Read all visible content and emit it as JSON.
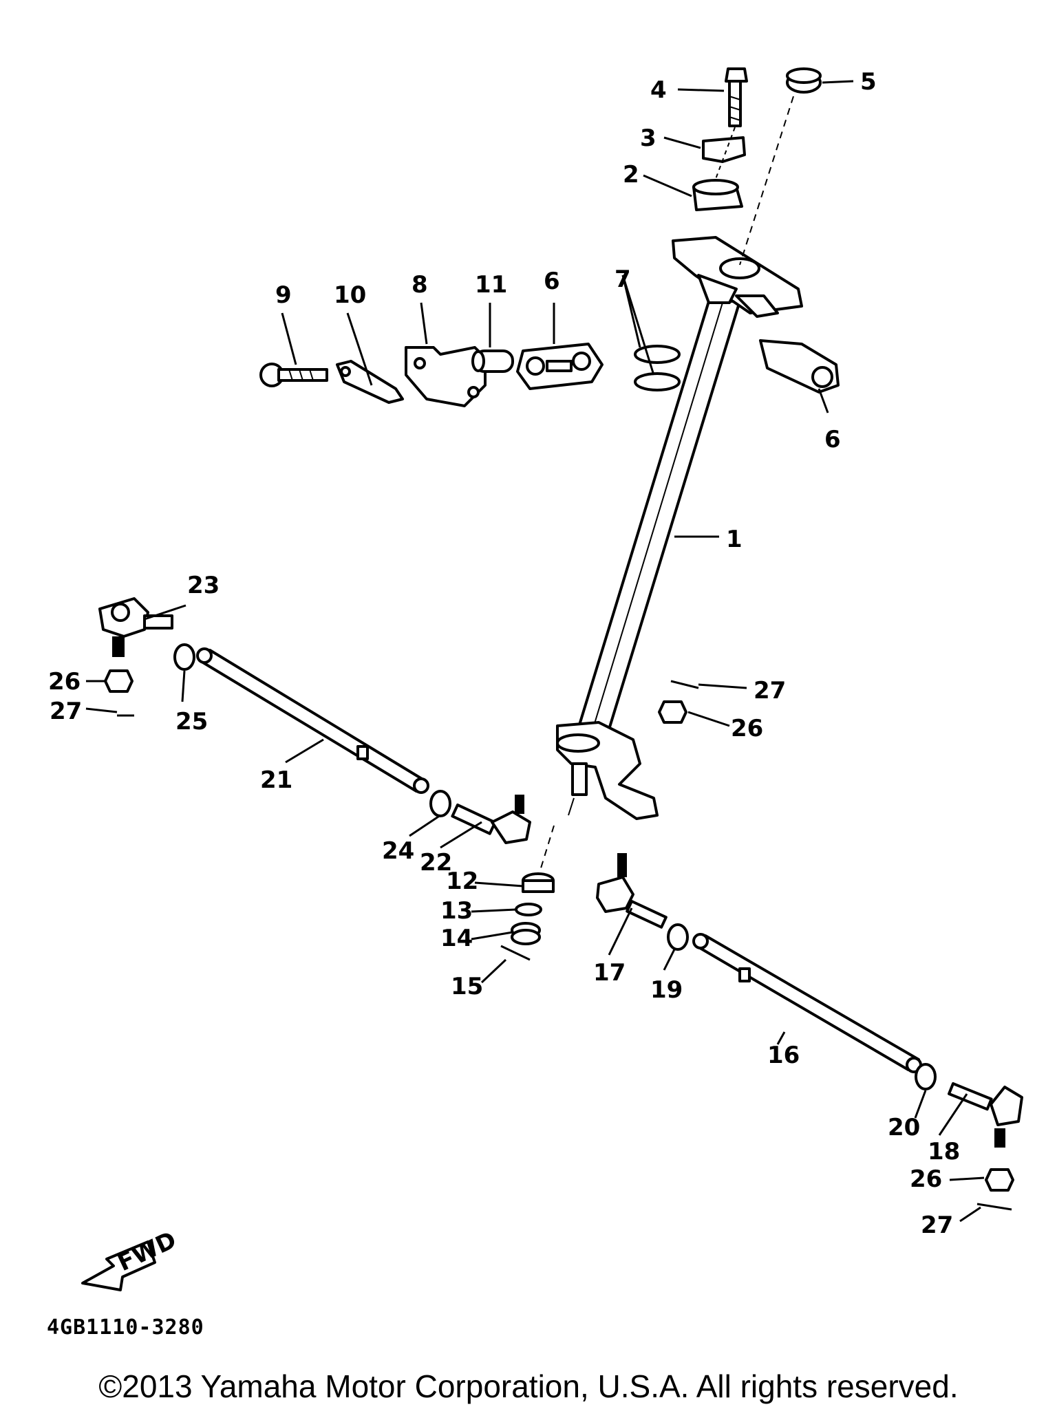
{
  "diagram_code": "4GB1110-3280",
  "copyright": "©2013 Yamaha Motor Corporation, U.S.A. All rights reserved.",
  "fwd_label": "FWD",
  "callouts": {
    "c1": "1",
    "c2": "2",
    "c3": "3",
    "c4": "4",
    "c5": "5",
    "c6a": "6",
    "c6b": "6",
    "c7": "7",
    "c8": "8",
    "c9": "9",
    "c10": "10",
    "c11": "11",
    "c12": "12",
    "c13": "13",
    "c14": "14",
    "c15": "15",
    "c16": "16",
    "c17": "17",
    "c18": "18",
    "c19": "19",
    "c20": "20",
    "c21": "21",
    "c22": "22",
    "c23": "23",
    "c24": "24",
    "c25": "25",
    "c26a": "26",
    "c26b": "26",
    "c26c": "26",
    "c27a": "27",
    "c27b": "27",
    "c27c": "27"
  }
}
